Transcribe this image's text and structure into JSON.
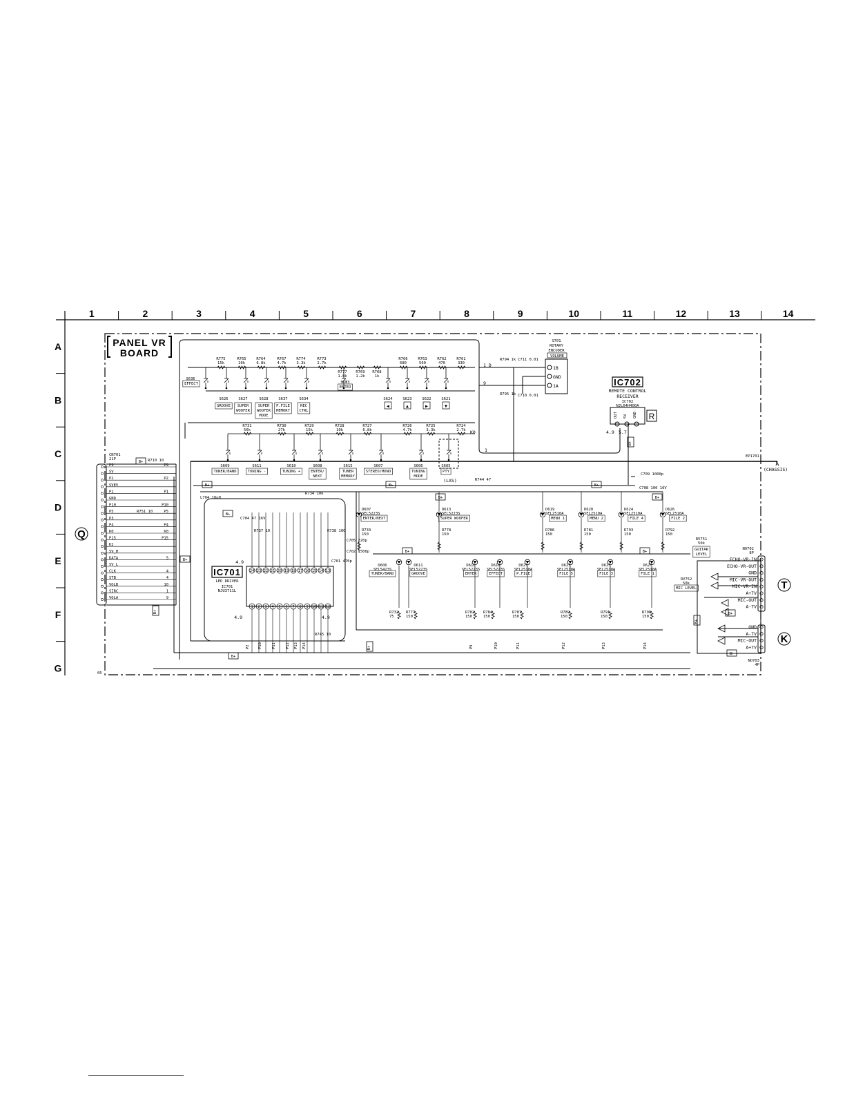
{
  "grid": {
    "columns": [
      "1",
      "2",
      "3",
      "4",
      "5",
      "6",
      "7",
      "8",
      "9",
      "10",
      "11",
      "12",
      "13",
      "14"
    ],
    "rows": [
      "A",
      "B",
      "C",
      "D",
      "E",
      "F",
      "G"
    ]
  },
  "board": {
    "title_line1": "PANEL VR",
    "title_line2": "BOARD",
    "page_ref": "05"
  },
  "ic702": {
    "name": "IC702",
    "desc1": "REMOTE CONTROL",
    "desc2": "RECEIVER",
    "part": "IC702",
    "part_no": "NJL64H400A",
    "pins": [
      "OUT",
      "5V",
      "GND"
    ],
    "v1": "4.9",
    "v2": "5.7",
    "r_mark": "R"
  },
  "ic701": {
    "name": "IC701",
    "desc": "LED DRIVER",
    "part": "IC701",
    "part_no": "NJU3711L",
    "v_left": "4.9",
    "v_right": "4.9",
    "top_pins": [
      "24",
      "23",
      "22",
      "21",
      "20",
      "19",
      "18",
      "17",
      "16",
      "15",
      "14",
      "13"
    ],
    "bottom_pins": [
      "1",
      "2",
      "3",
      "4",
      "5",
      "6",
      "7",
      "8",
      "9",
      "10",
      "11",
      "12"
    ]
  },
  "encoder": {
    "ref": "S701",
    "desc1": "ROTARY",
    "desc2": "ENCODER",
    "label": "VOLUME",
    "pins": [
      "1B",
      "GND",
      "1A"
    ]
  },
  "res_top": [
    {
      "ref": "R775",
      "val": "15k"
    },
    {
      "ref": "R765",
      "val": "10k"
    },
    {
      "ref": "R764",
      "val": "6.8k"
    },
    {
      "ref": "R767",
      "val": "4.7k"
    },
    {
      "ref": "R774",
      "val": "3.3k"
    },
    {
      "ref": "R773",
      "val": "2.7k"
    },
    {
      "ref": "R766",
      "val": "680"
    },
    {
      "ref": "R763",
      "val": "560"
    },
    {
      "ref": "R762",
      "val": "470"
    },
    {
      "ref": "R761",
      "val": "330"
    }
  ],
  "res_mid_b": [
    {
      "ref": "R777",
      "val": "1.8k"
    },
    {
      "ref": "R769",
      "val": "1.2k"
    },
    {
      "ref": "R768",
      "val": "1k"
    }
  ],
  "switches_b": [
    {
      "ref": "S636",
      "label": "EFFECT"
    },
    {
      "ref": "S626",
      "label": "GROOVE"
    },
    {
      "ref": "S627",
      "label": "SUPER WOOFER"
    },
    {
      "ref": "S628",
      "label": "SUPER WOOFER MODE"
    },
    {
      "ref": "S637",
      "label": "P.FILE MEMORY"
    },
    {
      "ref": "S634",
      "label": "REC CTRL"
    },
    {
      "ref": "S633",
      "label": "ENTER"
    },
    {
      "ref": "S624",
      "label": "◀"
    },
    {
      "ref": "S623",
      "label": "▲"
    },
    {
      "ref": "S622",
      "label": "▶"
    },
    {
      "ref": "S621",
      "label": "▼"
    }
  ],
  "res_c": [
    {
      "ref": "R731",
      "val": "56k"
    },
    {
      "ref": "R730",
      "val": "27k"
    },
    {
      "ref": "R729",
      "val": "15k"
    },
    {
      "ref": "R728",
      "val": "10k"
    },
    {
      "ref": "R727",
      "val": "6.8k"
    },
    {
      "ref": "R726",
      "val": "4.7k"
    },
    {
      "ref": "R725",
      "val": "3.3k"
    },
    {
      "ref": "R724",
      "val": "2.7k"
    }
  ],
  "switches_c": [
    {
      "ref": "S609",
      "label": "TUNER/BAND"
    },
    {
      "ref": "S611",
      "label": "TUNING -"
    },
    {
      "ref": "S610",
      "label": "TUNING +"
    },
    {
      "ref": "S608",
      "label": "ENTER/ NEXT"
    },
    {
      "ref": "S615",
      "label": "TUNER MEMORY"
    },
    {
      "ref": "S607",
      "label": "STEREO/MONO"
    },
    {
      "ref": "S606",
      "label": "TUNING MODE"
    },
    {
      "ref": "S605",
      "label": "PTY"
    }
  ],
  "lxs": "(LXS)",
  "nets": {
    "k0": "K0",
    "n1d": "1 D",
    "n9": "9",
    "n1": "1",
    "chassis": "(CHASSIS)",
    "ep": "EP1701",
    "r794": "R794 1k",
    "r795": "R795 1k",
    "c711": "C711 0.01",
    "c710": "C710 0.01",
    "r744": "R744 47",
    "c709": "C709 1000p",
    "c708": "C708 100 16V",
    "l704": "L704 10uH",
    "r734": "R734 10k",
    "r710": "R710 10",
    "r751": "R751 10",
    "c704": "C704 47 16V",
    "r737": "R737 10",
    "r738": "R738 100",
    "c705": "C705 220p",
    "c702": "C702 1500p",
    "c701": "C701 470p",
    "r745": "R745 10"
  },
  "connector_q": {
    "label": "Q",
    "ref": "CN701",
    "pins_count": "21P",
    "lines": [
      "P9",
      "5V",
      "P2",
      "SVEV",
      "P1",
      "GND",
      "P10",
      "P5",
      "P3",
      "P4",
      "K0",
      "P15",
      "K2",
      "SV_H",
      "DATA",
      "SV_L",
      "CLK",
      "STB",
      "VOLB",
      "SIRC",
      "VOLA"
    ],
    "right": [
      "P9",
      "",
      "P2",
      "",
      "P1",
      "",
      "P10",
      "P5",
      "",
      "P4",
      "K0",
      "P15",
      "",
      "",
      "5",
      "",
      "4",
      "4",
      "10",
      "1",
      "9"
    ]
  },
  "leds_d": [
    {
      "ref": "D607",
      "part": "SEL5223S",
      "label": "ENTER/NEXT"
    },
    {
      "ref": "D613",
      "part": "SEL5223S",
      "label": "SUPER WOOFER"
    },
    {
      "ref": "D619",
      "part": "SEL2510A",
      "label": "MENU 1"
    },
    {
      "ref": "D620",
      "part": "SEL2510A",
      "label": "MENU 2"
    },
    {
      "ref": "D624",
      "part": "SEL2510A",
      "label": "FILE 4"
    },
    {
      "ref": "D626",
      "part": "SEL2510A",
      "label": "FILE 2"
    }
  ],
  "leds_e": [
    {
      "ref": "D606",
      "part": "SEL5423S",
      "label": "TUNER/BAND"
    },
    {
      "ref": "D611",
      "part": "SEL5223S",
      "label": "GROOVE"
    },
    {
      "ref": "D616",
      "part": "SEL5223S",
      "label": "ENTER"
    },
    {
      "ref": "D618",
      "part": "SEL5223S",
      "label": "EFFECT"
    },
    {
      "ref": "D621",
      "part": "SEL2510A",
      "label": "P.FILE"
    },
    {
      "ref": "D623",
      "part": "SEL2510A",
      "label": "FILE 5"
    },
    {
      "ref": "D625",
      "part": "SEL2510A",
      "label": "FILE 3"
    },
    {
      "ref": "D627",
      "part": "SEL2510A",
      "label": "FILE 1"
    }
  ],
  "res_e": [
    {
      "ref": "R733",
      "val": "150"
    },
    {
      "ref": "R778",
      "val": "150"
    },
    {
      "ref": "R786",
      "val": "150"
    },
    {
      "ref": "R781",
      "val": "150"
    },
    {
      "ref": "R793",
      "val": "150"
    },
    {
      "ref": "R792",
      "val": "150"
    }
  ],
  "res_f": [
    {
      "ref": "R732",
      "val": "75"
    },
    {
      "ref": "R777",
      "val": "150"
    },
    {
      "ref": "R782",
      "val": "150"
    },
    {
      "ref": "R784",
      "val": "150"
    },
    {
      "ref": "R787",
      "val": "150"
    },
    {
      "ref": "R789",
      "val": "150"
    },
    {
      "ref": "R791",
      "val": "150"
    },
    {
      "ref": "R790",
      "val": "150"
    }
  ],
  "bottom_nets": [
    "P2",
    "P10",
    "P11",
    "P12",
    "P13",
    "P14",
    "P9",
    "P10",
    "P11",
    "P12",
    "P13",
    "P14"
  ],
  "guitar": {
    "ref": "RV751",
    "val": "50k",
    "label": "GUITAR LEVEL"
  },
  "mic": {
    "ref": "RV752",
    "val": "50k",
    "label": "MIC LEVEL"
  },
  "connector_t": {
    "label": "T",
    "ref": "NO702",
    "pins_count": "8P",
    "lines": [
      "ECHO-VR-IN",
      "ECHO-VR-OUT",
      "GND",
      "MIC-VR-OUT",
      "MIC-VR-IN",
      "A+7V",
      "MIC-OUT",
      "A-7V"
    ]
  },
  "connector_k": {
    "label": "K",
    "ref": "NO703",
    "pins_count": "4P",
    "lines": [
      "GND",
      "A-7V",
      "MIC-OUT",
      "A+7V"
    ]
  },
  "bplus": "B+"
}
